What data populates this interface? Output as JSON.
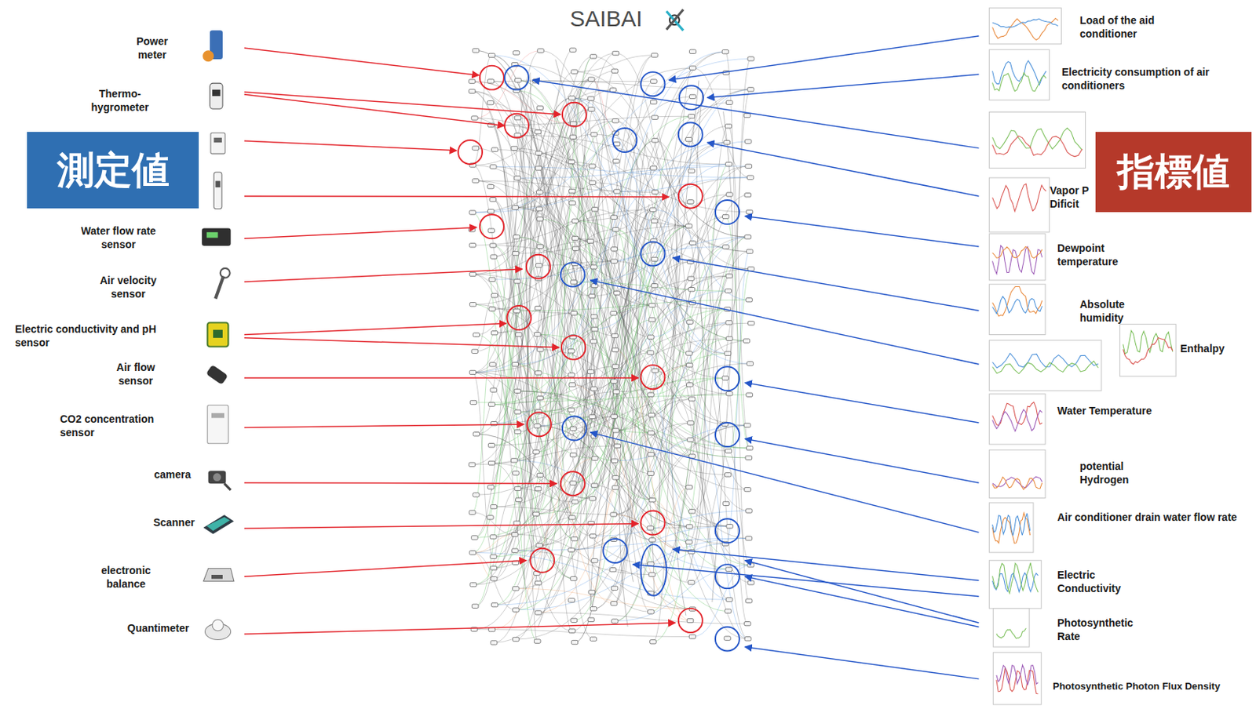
{
  "diagram": {
    "nodes": [
      {
        "text": [
          "測定値"
        ]
      },
      {
        "text": [
          "指標値"
        ]
      }
    ],
    "labels": [
      "SAIBAI",
      "Power meter",
      "Thermo-hygrometer",
      "Water flow rate sensor",
      "Air velocity sensor",
      "Electric conductivity and pH sensor",
      "Air flow sensor",
      "CO2 concentration sensor",
      "camera",
      "Scanner",
      "electronic balance",
      "Quantimeter",
      "Load of the aid conditioner",
      "Electricity consumption of air conditioners",
      "Vapor P Dificit",
      "Dewpoint temperature",
      "Absolute humidity",
      "Enthalpy",
      "Water Temperature",
      "potential Hydrogen",
      "Air conditioner drain water flow rate",
      "Electric Conductivity",
      "Photosynthetic Rate",
      "Photosynthetic Photon Flux Density"
    ]
  }
}
